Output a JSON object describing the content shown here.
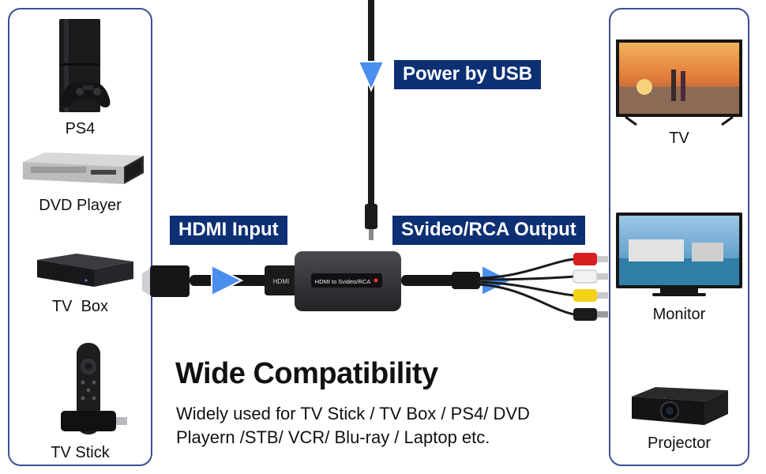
{
  "source_devices": [
    {
      "name": "PS4",
      "icon": "ps4-console-icon"
    },
    {
      "name": "DVD Player",
      "icon": "dvd-player-icon"
    },
    {
      "name": "TV  Box",
      "icon": "tv-box-icon"
    },
    {
      "name": "TV Stick",
      "icon": "tv-stick-icon"
    }
  ],
  "output_devices": [
    {
      "name": "TV",
      "icon": "tv-icon"
    },
    {
      "name": "Monitor",
      "icon": "monitor-icon"
    },
    {
      "name": "Projector",
      "icon": "projector-icon"
    }
  ],
  "labels": {
    "power": "Power by USB",
    "hdmi_input": "HDMI Input",
    "output": "Svideo/RCA Output",
    "device_text": "HDMI to Svideo/RCA",
    "hdmi_port": "HDMI"
  },
  "headline": "Wide Compatibility",
  "description": [
    "Widely used for TV Stick / TV Box / PS4/ DVD",
    "Playern /STB/ VCR/ Blu-ray / Laptop etc."
  ],
  "colors": {
    "panel_border": "#3a4f95",
    "tag_background": "#0d2f74",
    "arrow": "#4a8ef0",
    "rca_red": "#d81e1e",
    "rca_white": "#f2f2f2",
    "rca_yellow": "#f3d21a"
  }
}
